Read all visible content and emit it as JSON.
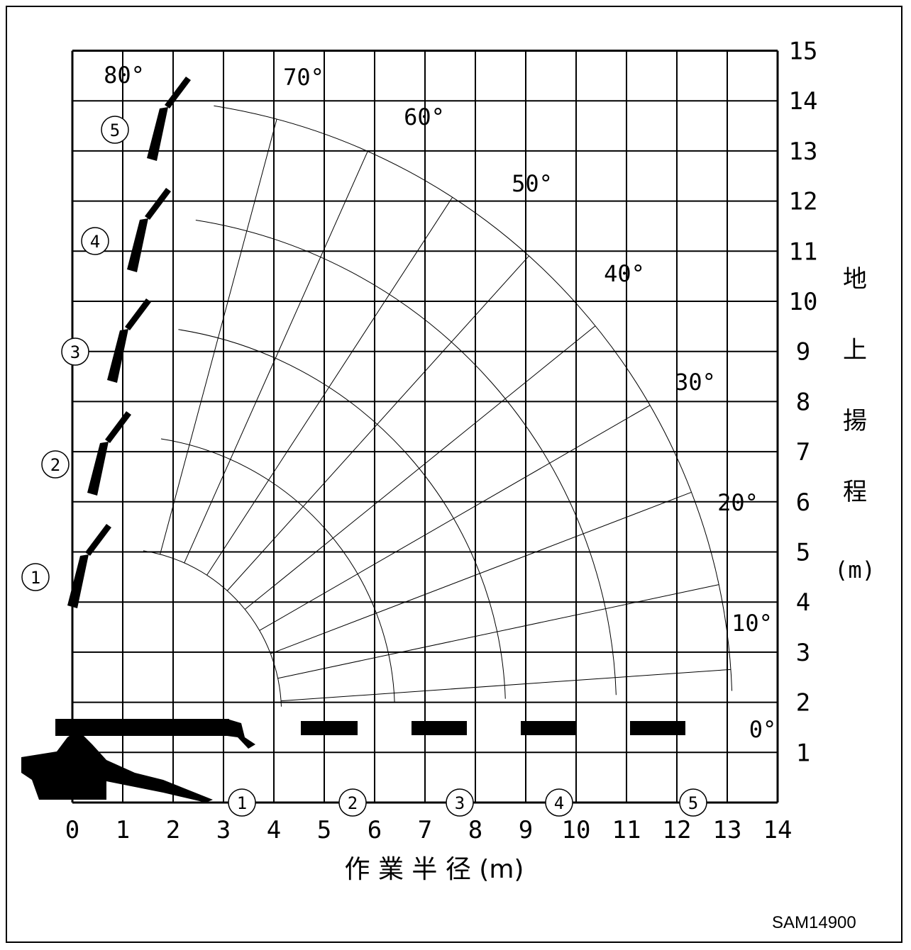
{
  "chart_data": {
    "type": "diagram",
    "x_ticks": [
      "0",
      "1",
      "2",
      "3",
      "4",
      "5",
      "6",
      "7",
      "8",
      "9",
      "10",
      "11",
      "12",
      "13",
      "14"
    ],
    "y_ticks": [
      "1",
      "2",
      "3",
      "4",
      "5",
      "6",
      "7",
      "8",
      "9",
      "10",
      "11",
      "12",
      "13",
      "14",
      "15"
    ],
    "xlabel": "作 業 半 径 (m)",
    "ylabel_chars": [
      "地",
      "上",
      "揚",
      "程"
    ],
    "ylabel_unit": "(m)",
    "xlim": [
      0,
      14
    ],
    "ylim": [
      0,
      15
    ],
    "angle_labels": [
      "80°",
      "70°",
      "60°",
      "50°",
      "40°",
      "30°",
      "20°",
      "10°",
      "0°"
    ],
    "boom_stages": [
      "1",
      "2",
      "3",
      "4",
      "5"
    ],
    "code": "SAM14900",
    "line_color": "#000000"
  }
}
